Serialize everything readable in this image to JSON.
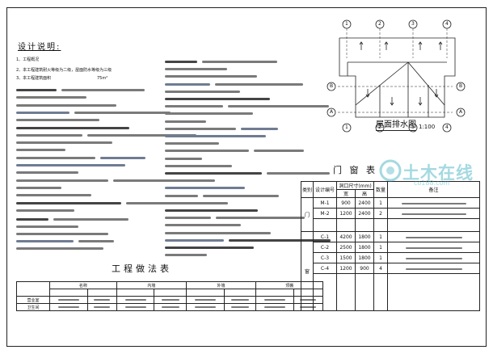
{
  "notes": {
    "title": "设计说明:",
    "line_1": "1、工程概况",
    "line_2": "2、本工程建筑耐火等级为二级，屋面防水等级为三级",
    "line_3": "3、本工程建筑面积",
    "area_unit": "75m²"
  },
  "roof_plan": {
    "title": "屋面排水图",
    "scale": "1:100",
    "axis_labels": [
      "1",
      "2",
      "3",
      "4",
      "B",
      "A",
      "B",
      "A",
      "1",
      "2",
      "3",
      "4"
    ]
  },
  "door_window_table": {
    "title": "门  窗  表",
    "headers": [
      "类别",
      "设计编号",
      "洞口尺寸(mm)",
      "宽",
      "高",
      "数量",
      "备注"
    ],
    "group_door": "门",
    "group_window": "窗",
    "rows": [
      {
        "code": "M-1",
        "w": "900",
        "h": "2400",
        "n": "1"
      },
      {
        "code": "M-2",
        "w": "1200",
        "h": "2400",
        "n": "2"
      },
      {
        "code": "C-1",
        "w": "4200",
        "h": "1800",
        "n": "1"
      },
      {
        "code": "C-2",
        "w": "2500",
        "h": "1800",
        "n": "1"
      },
      {
        "code": "C-3",
        "w": "1500",
        "h": "1800",
        "n": "1"
      },
      {
        "code": "C-4",
        "w": "1200",
        "h": "900",
        "n": "4"
      }
    ]
  },
  "practice_table": {
    "title": "工程做法表",
    "col_groups": [
      "名称",
      "内墙",
      "外墙",
      "顶棚"
    ],
    "row_labels": [
      "营业室",
      "卫生间"
    ]
  },
  "watermark": {
    "main": "土木在线",
    "sub": "co188.com"
  }
}
